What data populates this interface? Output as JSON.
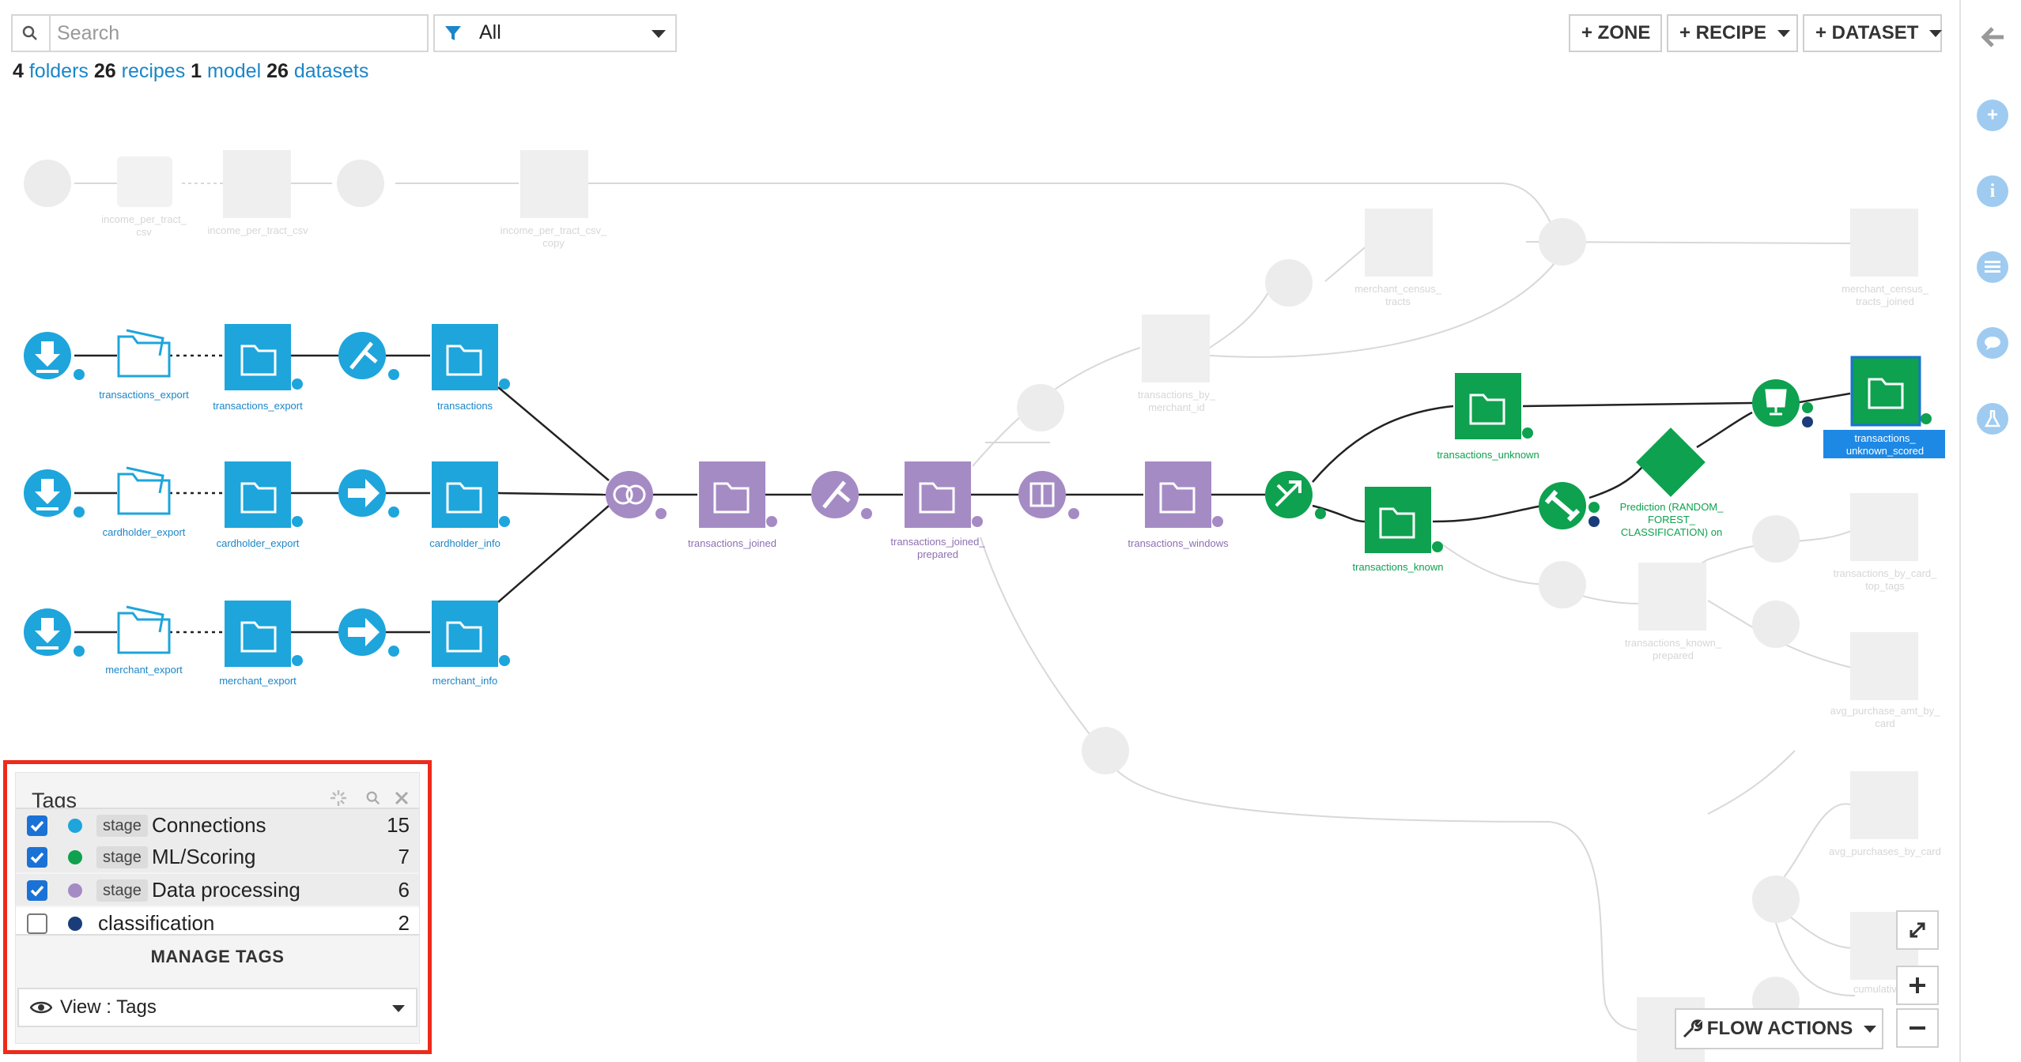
{
  "search": {
    "placeholder": "Search"
  },
  "filter": {
    "value": "All"
  },
  "summary": {
    "folders_count": "4",
    "folders_label": "folders",
    "recipes_count": "26",
    "recipes_label": "recipes",
    "model_count": "1",
    "model_label": "model",
    "datasets_count": "26",
    "datasets_label": "datasets"
  },
  "toolbar": {
    "zone_label": "+ ZONE",
    "recipe_label": "+ RECIPE",
    "dataset_label": "+ DATASET"
  },
  "colors": {
    "connections": "#1ea5dc",
    "ml_scoring": "#0ea14f",
    "data_processing": "#a58bc4",
    "classification": "#1a3d7a",
    "faded": "#e9e9e9",
    "selected_border": "#ee2a1a"
  },
  "flow": {
    "labels": {
      "transactions_export_folder": "transactions_export",
      "transactions_export": "transactions_export",
      "transactions": "transactions",
      "cardholder_export_folder": "cardholder_export",
      "cardholder_export": "cardholder_export",
      "cardholder_info": "cardholder_info",
      "merchant_export_folder": "merchant_export",
      "merchant_export": "merchant_export",
      "merchant_info": "merchant_info",
      "transactions_joined": "transactions_joined",
      "transactions_joined_prepared_1": "transactions_joined_",
      "transactions_joined_prepared_2": "prepared",
      "transactions_windows": "transactions_windows",
      "transactions_unknown": "transactions_unknown",
      "transactions_known": "transactions_known",
      "prediction_1": "Prediction (RANDOM_",
      "prediction_2": "FOREST_",
      "prediction_3": "CLASSIFICATION) on",
      "scored_1": "transactions_",
      "scored_2": "unknown_scored"
    },
    "faded_labels": {
      "f1a": "income_per_tract_",
      "f1b": "csv",
      "f2": "income_per_tract_csv",
      "f3a": "income_per_tract_csv_",
      "f3b": "copy",
      "f4a": "merchant_census_",
      "f4b": "tracts",
      "f5a": "transactions_by_",
      "f5b": "merchant_id",
      "f6a": "merchant_census_",
      "f6b": "tracts_joined",
      "f7a": "transactions_known_",
      "f7b": "prepared",
      "f8a": "transactions_by_card_",
      "f8b": "top_tags",
      "f9a": "avg_purchase_amt_by_",
      "f9b": "card",
      "f10": "avg_purchases_by_card",
      "f11": "cumulative_..."
    }
  },
  "tags_panel": {
    "title": "Tags",
    "rows": [
      {
        "checked": "true",
        "badge": "stage",
        "name": "Connections",
        "count": "15",
        "color": "#1ea5dc"
      },
      {
        "checked": "true",
        "badge": "stage",
        "name": "ML/Scoring",
        "count": "7",
        "color": "#0ea14f"
      },
      {
        "checked": "true",
        "badge": "stage",
        "name": "Data processing",
        "count": "6",
        "color": "#a58bc4"
      },
      {
        "checked": "false",
        "badge": "",
        "name": "classification",
        "count": "2",
        "color": "#1a3d7a"
      }
    ],
    "manage_label": "MANAGE TAGS",
    "view_label": "View : Tags"
  },
  "flow_actions_label": "FLOW ACTIONS",
  "icons": {
    "search": "search-icon",
    "filter": "funnel-icon",
    "back": "arrow-left-icon",
    "add": "plus-circle-icon",
    "info": "info-icon",
    "list": "list-icon",
    "chat": "chat-icon",
    "lab": "flask-icon",
    "fullscreen": "expand-icon",
    "zoom_in": "plus-icon",
    "zoom_out": "minus-icon",
    "wrench": "wrench-icon",
    "eye": "eye-icon"
  }
}
